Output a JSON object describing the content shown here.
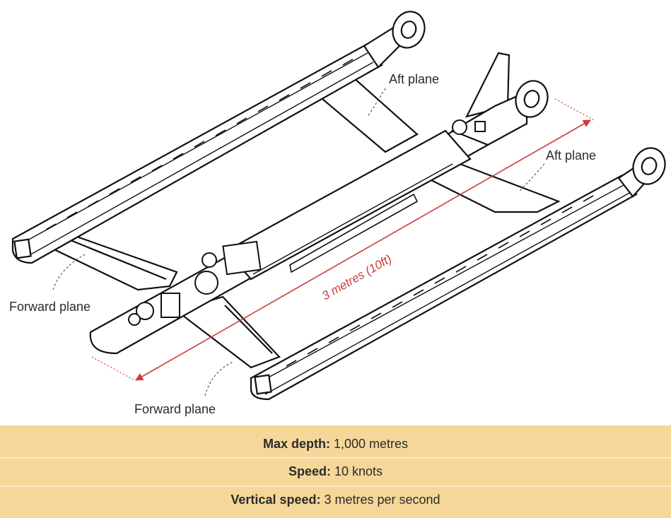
{
  "labels": {
    "aft_plane_top": "Aft plane",
    "aft_plane_right": "Aft plane",
    "forward_plane_left": "Forward plane",
    "forward_plane_bottom": "Forward plane",
    "dimension": "3 metres (10ft)"
  },
  "specs": [
    {
      "label": "Max depth:",
      "value": "1,000 metres"
    },
    {
      "label": "Speed:",
      "value": "10 knots"
    },
    {
      "label": "Vertical speed:",
      "value": "3 metres per second"
    }
  ],
  "colors": {
    "outline": "#111111",
    "dimension": "#d03a3a",
    "spec_band": "#f6d79a"
  }
}
